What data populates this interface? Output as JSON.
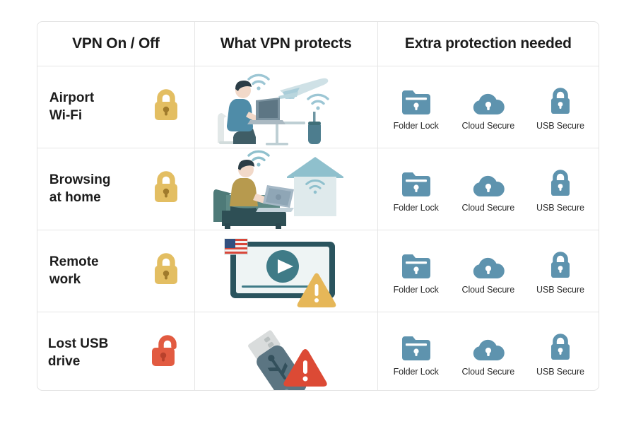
{
  "table": {
    "headers": [
      "VPN On / Off",
      "What VPN protects",
      "Extra protection needed"
    ],
    "rows": [
      {
        "scenario": "Airport\nWi-Fi",
        "lock": {
          "state": "locked",
          "color": "#e3be62",
          "name": "padlock-closed-gold-icon"
        },
        "illustration": "person-laptop-airport-wifi-airplane-suitcase",
        "protections": [
          {
            "label": "Folder Lock",
            "icon": "folder-lock-icon"
          },
          {
            "label": "Cloud Secure",
            "icon": "cloud-lock-icon"
          },
          {
            "label": "USB Secure",
            "icon": "padlock-icon"
          }
        ]
      },
      {
        "scenario": "Browsing\nat home",
        "lock": {
          "state": "locked",
          "color": "#e3be62",
          "name": "padlock-closed-gold-icon"
        },
        "illustration": "person-couch-laptop-home-wifi",
        "protections": [
          {
            "label": "Folder Lock",
            "icon": "folder-lock-icon"
          },
          {
            "label": "Cloud Secure",
            "icon": "cloud-lock-icon"
          },
          {
            "label": "USB Secure",
            "icon": "padlock-icon"
          }
        ]
      },
      {
        "scenario": "Remote\nwork",
        "lock": {
          "state": "locked",
          "color": "#e3be62",
          "name": "padlock-closed-gold-icon"
        },
        "illustration": "video-screen-play-flag-warning",
        "protections": [
          {
            "label": "Folder Lock",
            "icon": "folder-lock-icon"
          },
          {
            "label": "Cloud Secure",
            "icon": "cloud-lock-icon"
          },
          {
            "label": "USB Secure",
            "icon": "padlock-icon"
          }
        ]
      },
      {
        "scenario": "Lost USB\ndrive",
        "lock": {
          "state": "unlocked",
          "color": "#e25b41",
          "name": "padlock-open-red-icon"
        },
        "illustration": "usb-drive-warning",
        "protections": [
          {
            "label": "Folder Lock",
            "icon": "folder-lock-icon"
          },
          {
            "label": "Cloud Secure",
            "icon": "cloud-lock-icon"
          },
          {
            "label": "USB Secure",
            "icon": "padlock-icon"
          }
        ]
      }
    ]
  },
  "colors": {
    "lock_gold": "#e3be62",
    "lock_gold_dark": "#a07b2c",
    "lock_red": "#e25b41",
    "lock_red_dark": "#b8412c",
    "icon_blue": "#5e93ae",
    "illustration_teal": "#3d6b73",
    "illustration_blue": "#4f8ca8",
    "illustration_light": "#cfe1e6",
    "warning_yellow": "#e6b758",
    "warning_red": "#dc4a35",
    "border": "#e6e6e6",
    "text": "#1c1c1c",
    "background": "#ffffff"
  }
}
